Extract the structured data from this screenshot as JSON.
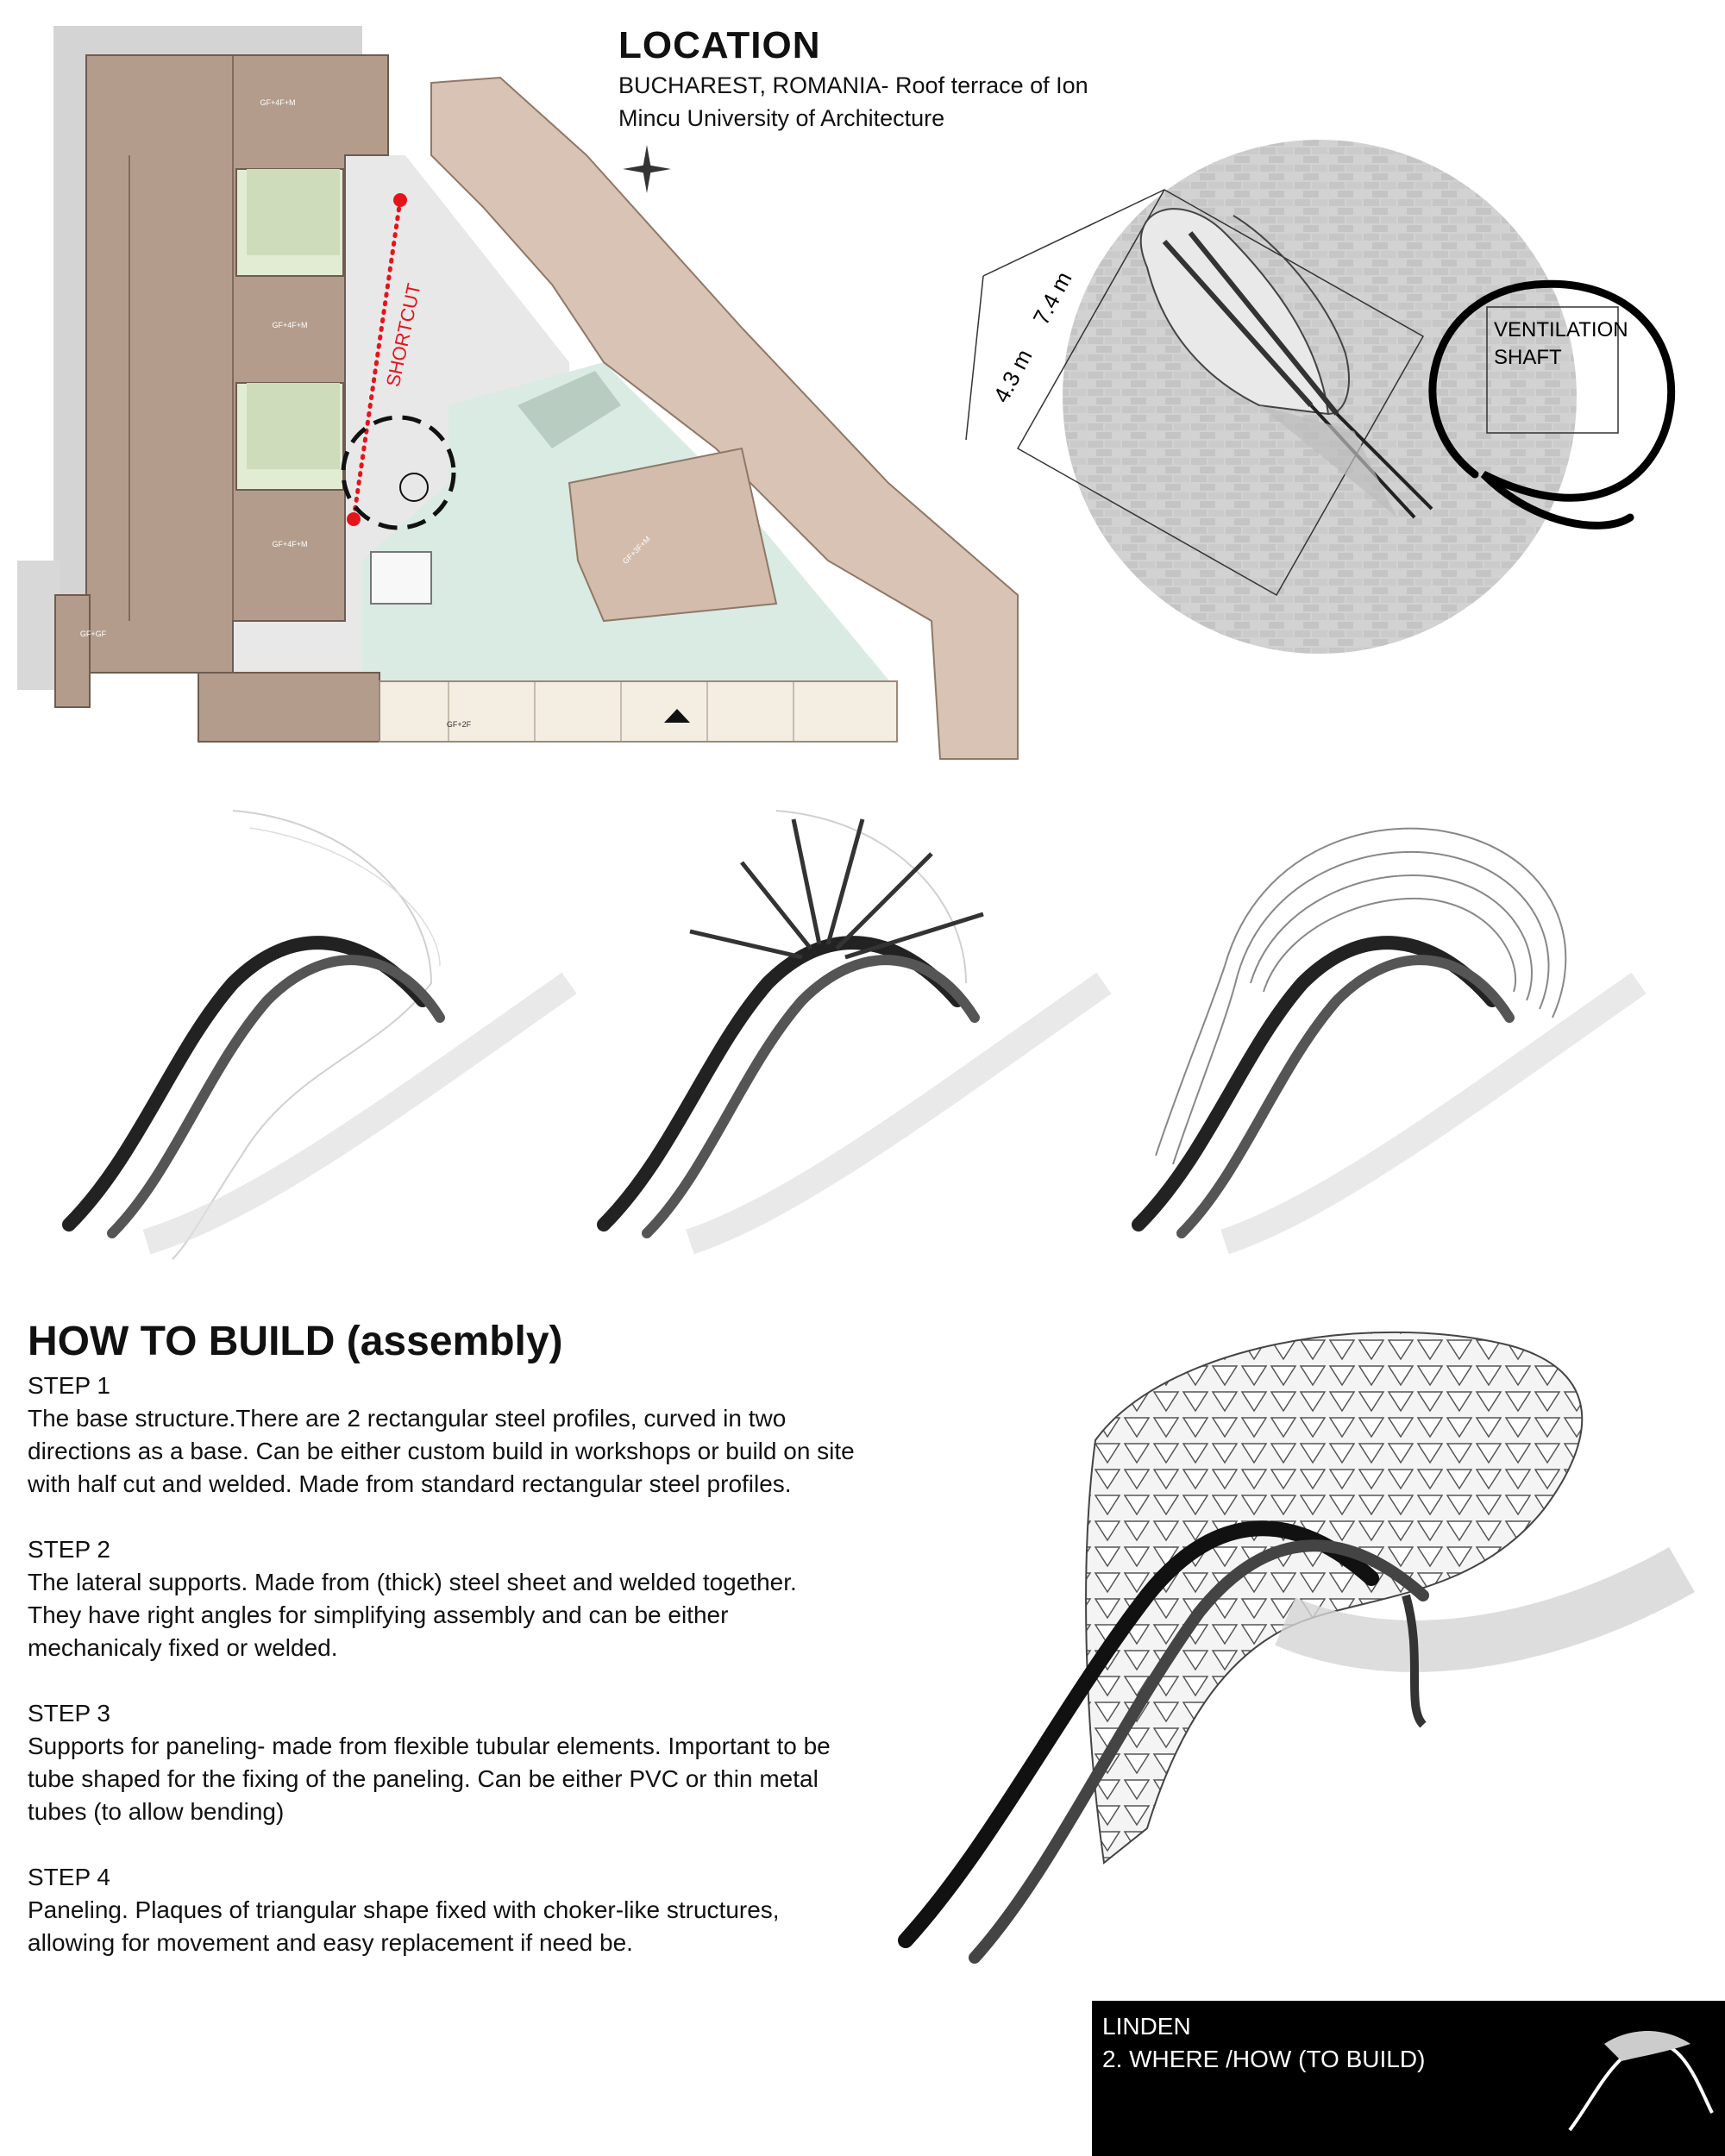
{
  "location": {
    "title": "LOCATION",
    "line1": "BUCHAREST, ROMANIA- Roof terrace of Ion",
    "line2": "Mincu University of Architecture"
  },
  "plan": {
    "shortcut_label": "SHORTCUT",
    "building_labels": [
      "GF+4F+M",
      "GF+4F+M",
      "GF+4F+M",
      "GF+GF",
      "GF+2F",
      "GF+3F+M"
    ]
  },
  "detail": {
    "dim_length": "7.4 m",
    "dim_width": "4.3 m",
    "shaft_line1": "VENTILATION",
    "shaft_line2": "SHAFT"
  },
  "assembly": {
    "title": "HOW TO BUILD (assembly)",
    "steps": [
      {
        "label": "STEP 1",
        "text": "The base structure.There are 2 rectangular steel profiles, curved in two directions as a base. Can be either custom build in workshops or build on site with half cut and welded. Made from standard rectangular steel profiles."
      },
      {
        "label": "STEP 2",
        "text": "The lateral supports. Made from (thick) steel sheet and welded together. They have right angles for simplifying assembly and can be either mechanicaly fixed or welded."
      },
      {
        "label": "STEP 3",
        "text": "Supports for paneling- made from flexible tubular elements. Important to be tube shaped for the fixing of the paneling. Can be either PVC or thin metal tubes (to allow bending)"
      },
      {
        "label": "STEP 4",
        "text": "Paneling. Plaques of triangular shape fixed with choker-like structures, allowing for movement and easy replacement if need be."
      }
    ]
  },
  "footer": {
    "line1": "LINDEN",
    "line2": "2. WHERE /HOW (TO BUILD)"
  }
}
